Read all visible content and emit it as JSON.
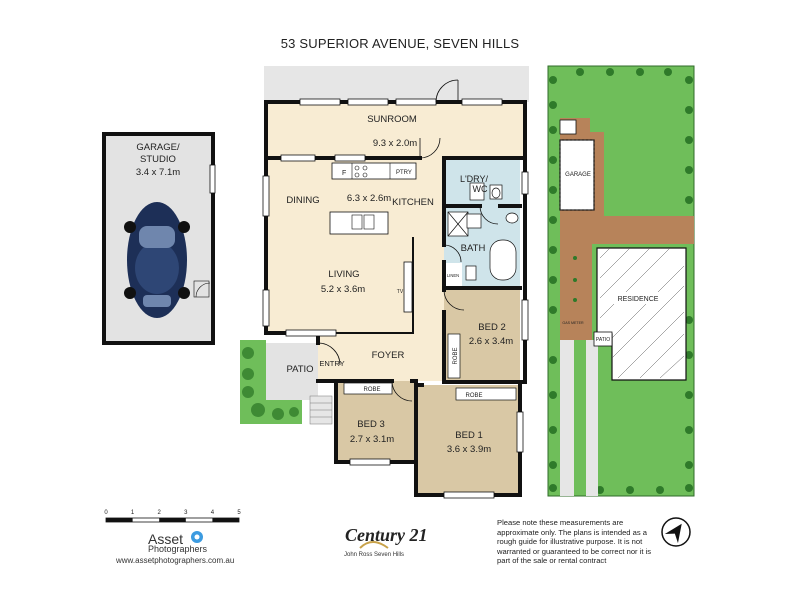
{
  "title": "53 SUPERIOR AVENUE, SEVEN HILLS",
  "rooms": {
    "sunroom": {
      "name": "SUNROOM",
      "dims": "9.3 x 2.0m"
    },
    "garage": {
      "name1": "GARAGE/",
      "name2": "STUDIO",
      "dims": "3.4 x 7.1m"
    },
    "dining": {
      "name": "DINING"
    },
    "kitchen": {
      "name": "KITCHEN",
      "dims": "6.3 x 2.6m",
      "fridge": "F",
      "pantry": "PTRY"
    },
    "laundry": {
      "name1": "L'DRY/",
      "name2": "WC"
    },
    "bath": {
      "name": "BATH",
      "linen": "LINEN"
    },
    "living": {
      "name": "LIVING",
      "dims": "5.2 x 3.6m",
      "tv": "TV"
    },
    "bed2": {
      "name": "BED 2",
      "dims": "2.6 x 3.4m",
      "robe": "ROBE"
    },
    "foyer": {
      "name": "FOYER",
      "entry": "ENTRY"
    },
    "patio": {
      "name": "PATIO"
    },
    "bed3": {
      "name": "BED 3",
      "dims": "2.7 x 3.1m",
      "robe": "ROBE"
    },
    "bed1": {
      "name": "BED 1",
      "dims": "3.6 x 3.9m",
      "robe": "ROBE"
    }
  },
  "site_plan": {
    "garage": "GARAGE",
    "residence": "RESIDENCE",
    "patio": "PATIO",
    "gate": "GAS METER"
  },
  "scale_bar": {
    "ticks": [
      "0",
      "1",
      "2",
      "3",
      "4",
      "5"
    ]
  },
  "branding": {
    "name": "Asset",
    "sub": "Photographers",
    "url": "www.assetphotographers.com.au"
  },
  "agency": {
    "name": "Century 21",
    "office": "John Ross Seven Hills"
  },
  "disclaimer": "Please note these measurements are approximate only. The plans is intended as a rough guide for illustrative purpose. It is not warranted or guaranteed to be correct nor it is part of the sale or rental contract",
  "colors": {
    "wall": "#111111",
    "living": "#f8ecd3",
    "bedroom": "#d9c8a5",
    "wet": "#cfe4ea",
    "garage": "#e3e3e3",
    "grass": "#6fbe5a",
    "path": "#b7835a"
  }
}
